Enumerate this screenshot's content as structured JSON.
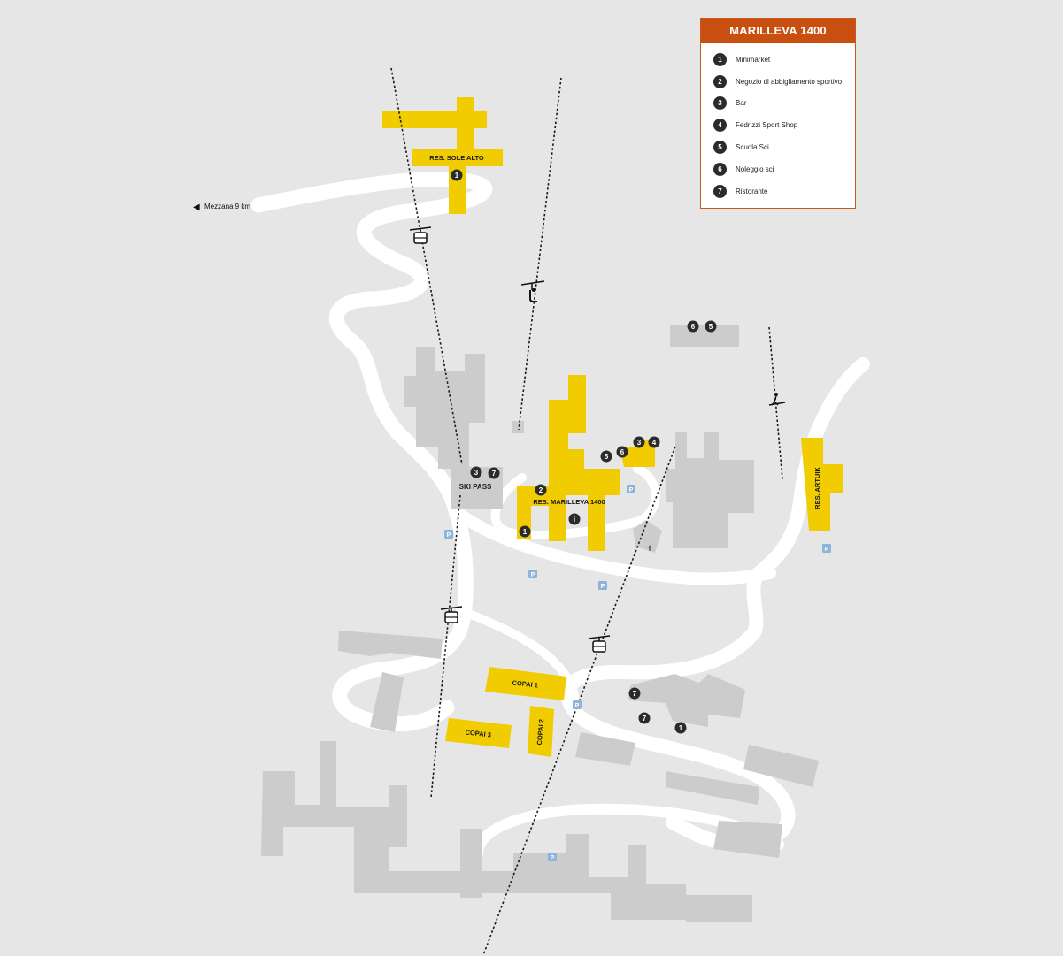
{
  "legend": {
    "title": "MARILLEVA 1400",
    "items": [
      {
        "num": "1",
        "label": "Minimarket"
      },
      {
        "num": "2",
        "label": "Negozio di abbigliamento sportivo"
      },
      {
        "num": "3",
        "label": "Bar"
      },
      {
        "num": "4",
        "label": "Fedrizzi Sport Shop"
      },
      {
        "num": "5",
        "label": "Scuola Sci"
      },
      {
        "num": "6",
        "label": "Noleggio sci"
      },
      {
        "num": "7",
        "label": "Ristorante"
      }
    ]
  },
  "places": {
    "sole_alto": "RES. SOLE ALTO",
    "marilleva": "RES. MARILLEVA 1400",
    "artuik": "RES. ARTUIK",
    "copai1": "COPAI 1",
    "copai2": "COPAI 2",
    "copai3": "COPAI 3",
    "ski_pass": "SKI PASS"
  },
  "direction": {
    "arrow": "◀",
    "label": "Mezzana 9 km"
  },
  "symbols": {
    "parking": "P",
    "info": "i",
    "church": "✝"
  },
  "icons": [
    "gondola-icon",
    "chairlift-icon",
    "drag-lift-icon",
    "parking-icon",
    "info-icon",
    "church-icon"
  ],
  "colors": {
    "background": "#e6e6e6",
    "road": "#ffffff",
    "building": "#cccccc",
    "highlight": "#f0cc00",
    "accent": "#c94f10",
    "badge": "#2b2b2b",
    "parking": "#8fb4d9"
  }
}
